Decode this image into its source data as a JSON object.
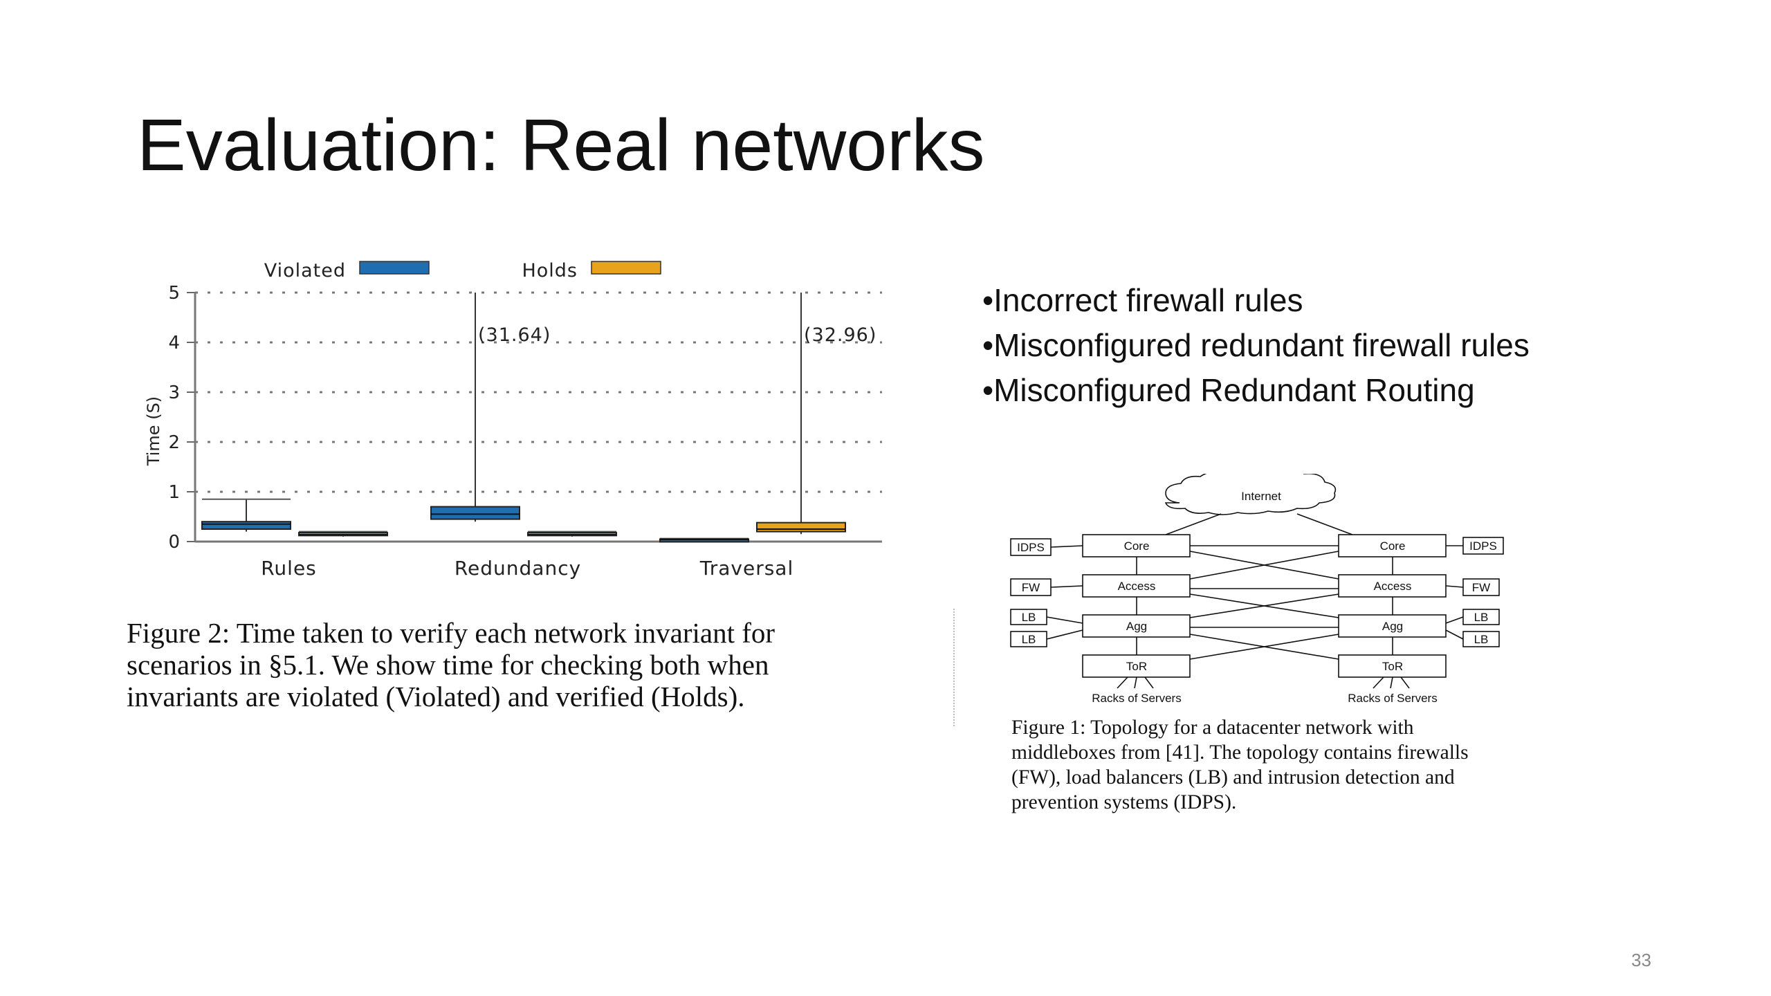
{
  "slide": {
    "title": "Evaluation: Real networks",
    "page_number": "33"
  },
  "bullets": [
    "•Incorrect firewall rules",
    "•Misconfigured redundant firewall rules",
    "•Misconfigured Redundant Routing"
  ],
  "figure2": {
    "caption_lines": [
      "Figure 2: Time taken to verify each network invariant for",
      "scenarios in §5.1. We show time for checking both when",
      "invariants are violated (Violated) and verified (Holds)."
    ]
  },
  "figure1": {
    "caption_lines": [
      "Figure 1: Topology for a datacenter network with",
      "middleboxes from [41]. The topology contains firewalls",
      "(FW), load balancers (LB) and intrusion detection and",
      "prevention systems (IDPS)."
    ],
    "nodes": {
      "internet": "Internet",
      "core": "Core",
      "access": "Access",
      "agg": "Agg",
      "tor": "ToR",
      "racks": "Racks of Servers",
      "idps": "IDPS",
      "fw": "FW",
      "lb": "LB"
    }
  },
  "chart_data": {
    "type": "box",
    "categories": [
      "Rules",
      "Redundancy",
      "Traversal"
    ],
    "ylabel": "Time (S)",
    "ylim": [
      0,
      5
    ],
    "yticks": [
      "0",
      "1",
      "2",
      "3",
      "4",
      "5"
    ],
    "grid": true,
    "legend_position": "top",
    "series": [
      {
        "name": "Violated",
        "color": "#1f6fb0",
        "boxes": [
          {
            "whisker_low": 0.2,
            "q1": 0.25,
            "median": 0.35,
            "q3": 0.4,
            "whisker_high": 0.85
          },
          {
            "whisker_low": 0.4,
            "q1": 0.45,
            "median": 0.55,
            "q3": 0.7,
            "whisker_high": 31.64
          },
          {
            "whisker_low": 0.02,
            "q1": 0.03,
            "median": 0.04,
            "q3": 0.05,
            "whisker_high": 0.06
          }
        ]
      },
      {
        "name": "Holds",
        "color": "#e8a21c",
        "boxes": [
          {
            "whisker_low": 0.1,
            "q1": 0.12,
            "median": 0.14,
            "q3": 0.18,
            "whisker_high": 0.2
          },
          {
            "whisker_low": 0.1,
            "q1": 0.12,
            "median": 0.14,
            "q3": 0.18,
            "whisker_high": 0.2
          },
          {
            "whisker_low": 0.15,
            "q1": 0.2,
            "median": 0.25,
            "q3": 0.38,
            "whisker_high": 32.96
          }
        ]
      }
    ],
    "annotations": [
      "(31.64)",
      "(32.96)"
    ]
  }
}
